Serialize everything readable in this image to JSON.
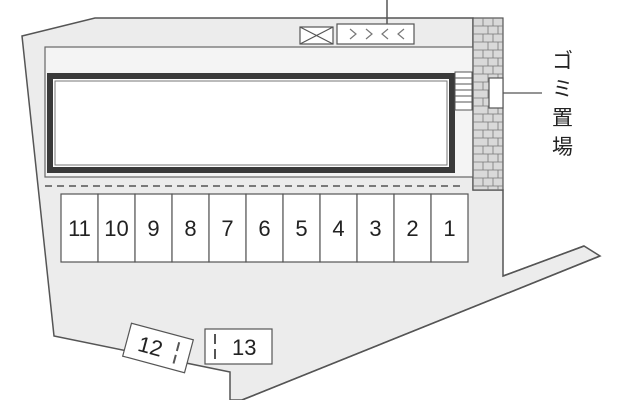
{
  "colors": {
    "lot_fill": "#ececec",
    "outline": "#555555",
    "building_frame": "#3a3a3a",
    "brick_fill": "#d9d9d9",
    "text": "#222222"
  },
  "parking": {
    "row_spaces": [
      "11",
      "10",
      "9",
      "8",
      "7",
      "6",
      "5",
      "4",
      "3",
      "2",
      "1"
    ],
    "extra_spaces": [
      "12",
      "13"
    ]
  },
  "garbage_area": {
    "label_chars": [
      "ゴ",
      "ミ",
      "置",
      "場"
    ]
  }
}
